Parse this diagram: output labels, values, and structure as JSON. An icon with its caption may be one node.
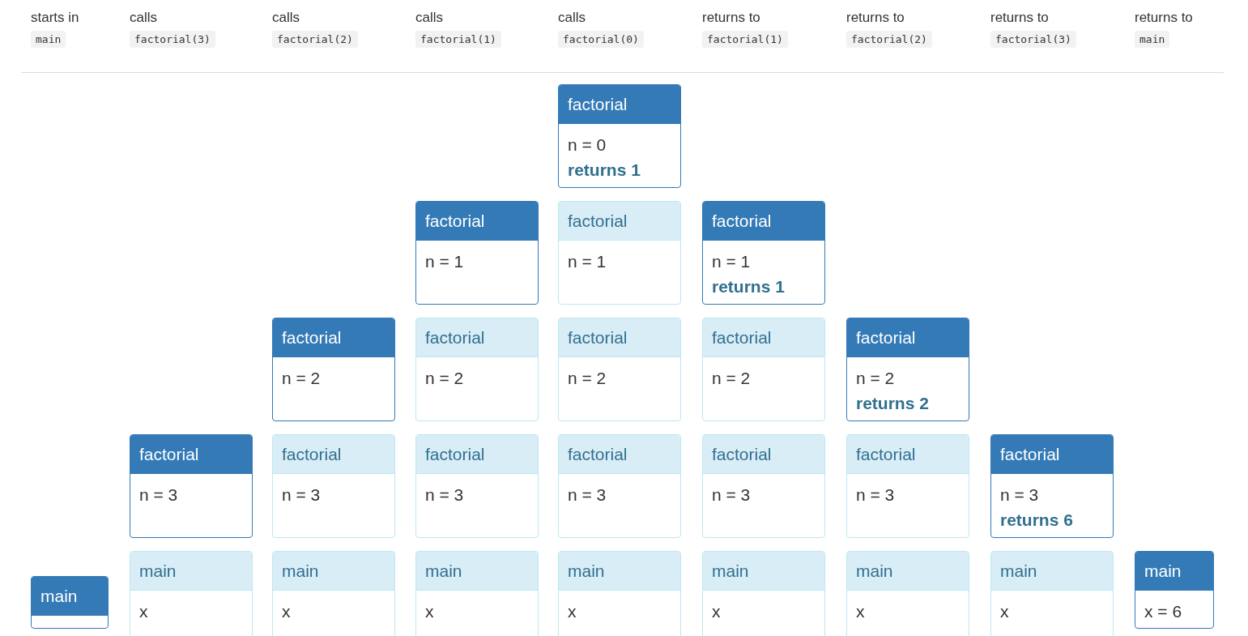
{
  "diagram": {
    "nodes": [
      {
        "text": [
          "factorial",
          "n = 0",
          "returns 1"
        ]
      },
      {
        "text": [
          "factorial",
          "n = 1"
        ]
      },
      {
        "text": [
          "factorial",
          "n = 1"
        ]
      },
      {
        "text": [
          "factorial",
          "n = 1",
          "returns 1"
        ]
      },
      {
        "text": [
          "factorial",
          "n = 2"
        ]
      },
      {
        "text": [
          "factorial",
          "n = 2"
        ]
      },
      {
        "text": [
          "factorial",
          "n = 2"
        ]
      },
      {
        "text": [
          "factorial",
          "n = 2"
        ]
      },
      {
        "text": [
          "factorial",
          "n = 2",
          "returns 2"
        ]
      },
      {
        "text": [
          "factorial",
          "n = 3"
        ]
      },
      {
        "text": [
          "factorial",
          "n = 3"
        ]
      },
      {
        "text": [
          "factorial",
          "n = 3"
        ]
      },
      {
        "text": [
          "factorial",
          "n = 3"
        ]
      },
      {
        "text": [
          "factorial",
          "n = 3"
        ]
      },
      {
        "text": [
          "factorial",
          "n = 3"
        ]
      },
      {
        "text": [
          "factorial",
          "n = 3",
          "returns 6"
        ]
      },
      {
        "text": [
          "main"
        ]
      },
      {
        "text": [
          "main",
          "x"
        ]
      },
      {
        "text": [
          "main",
          "x"
        ]
      },
      {
        "text": [
          "main",
          "x"
        ]
      },
      {
        "text": [
          "main",
          "x"
        ]
      },
      {
        "text": [
          "main",
          "x"
        ]
      },
      {
        "text": [
          "main",
          "x"
        ]
      },
      {
        "text": [
          "main",
          "x"
        ]
      },
      {
        "text": [
          "main",
          "x = 6"
        ]
      }
    ],
    "labels": [
      "starts in",
      "main",
      "calls",
      "factorial(3)",
      "calls",
      "factorial(2)",
      "calls",
      "factorial(1)",
      "calls",
      "factorial(0)",
      "returns to",
      "factorial(1)",
      "returns to",
      "factorial(2)",
      "returns to",
      "factorial(3)",
      "returns to",
      "main"
    ]
  }
}
